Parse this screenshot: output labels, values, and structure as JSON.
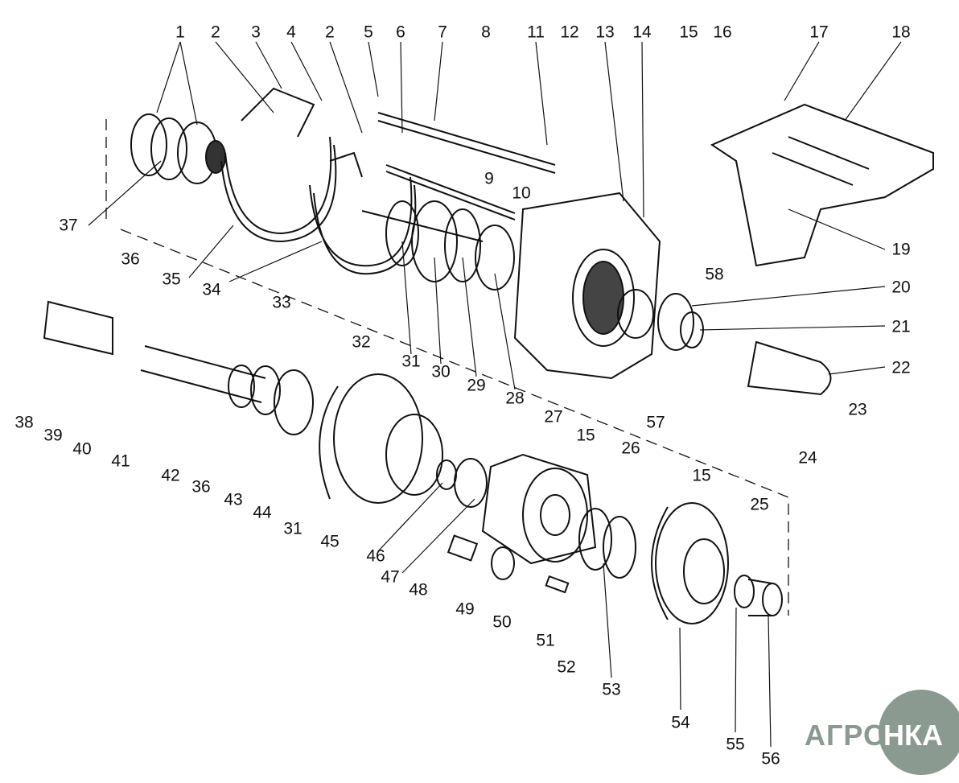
{
  "diagram": {
    "callouts": [
      "1",
      "2",
      "3",
      "4",
      "2",
      "5",
      "6",
      "7",
      "8",
      "11",
      "12",
      "13",
      "14",
      "15",
      "16",
      "17",
      "18",
      "9",
      "10",
      "37",
      "36",
      "35",
      "34",
      "33",
      "32",
      "31",
      "30",
      "29",
      "28",
      "27",
      "15",
      "26",
      "57",
      "15",
      "25",
      "24",
      "23",
      "22",
      "21",
      "20",
      "58",
      "19",
      "38",
      "39",
      "40",
      "41",
      "42",
      "36",
      "43",
      "44",
      "31",
      "45",
      "46",
      "47",
      "48",
      "49",
      "50",
      "51",
      "52",
      "53",
      "54",
      "55",
      "56"
    ]
  },
  "logo": {
    "text_left": "АГРО",
    "text_right": "НКА"
  },
  "colors": {
    "ink": "#111111",
    "logo": "#8a9a90"
  }
}
